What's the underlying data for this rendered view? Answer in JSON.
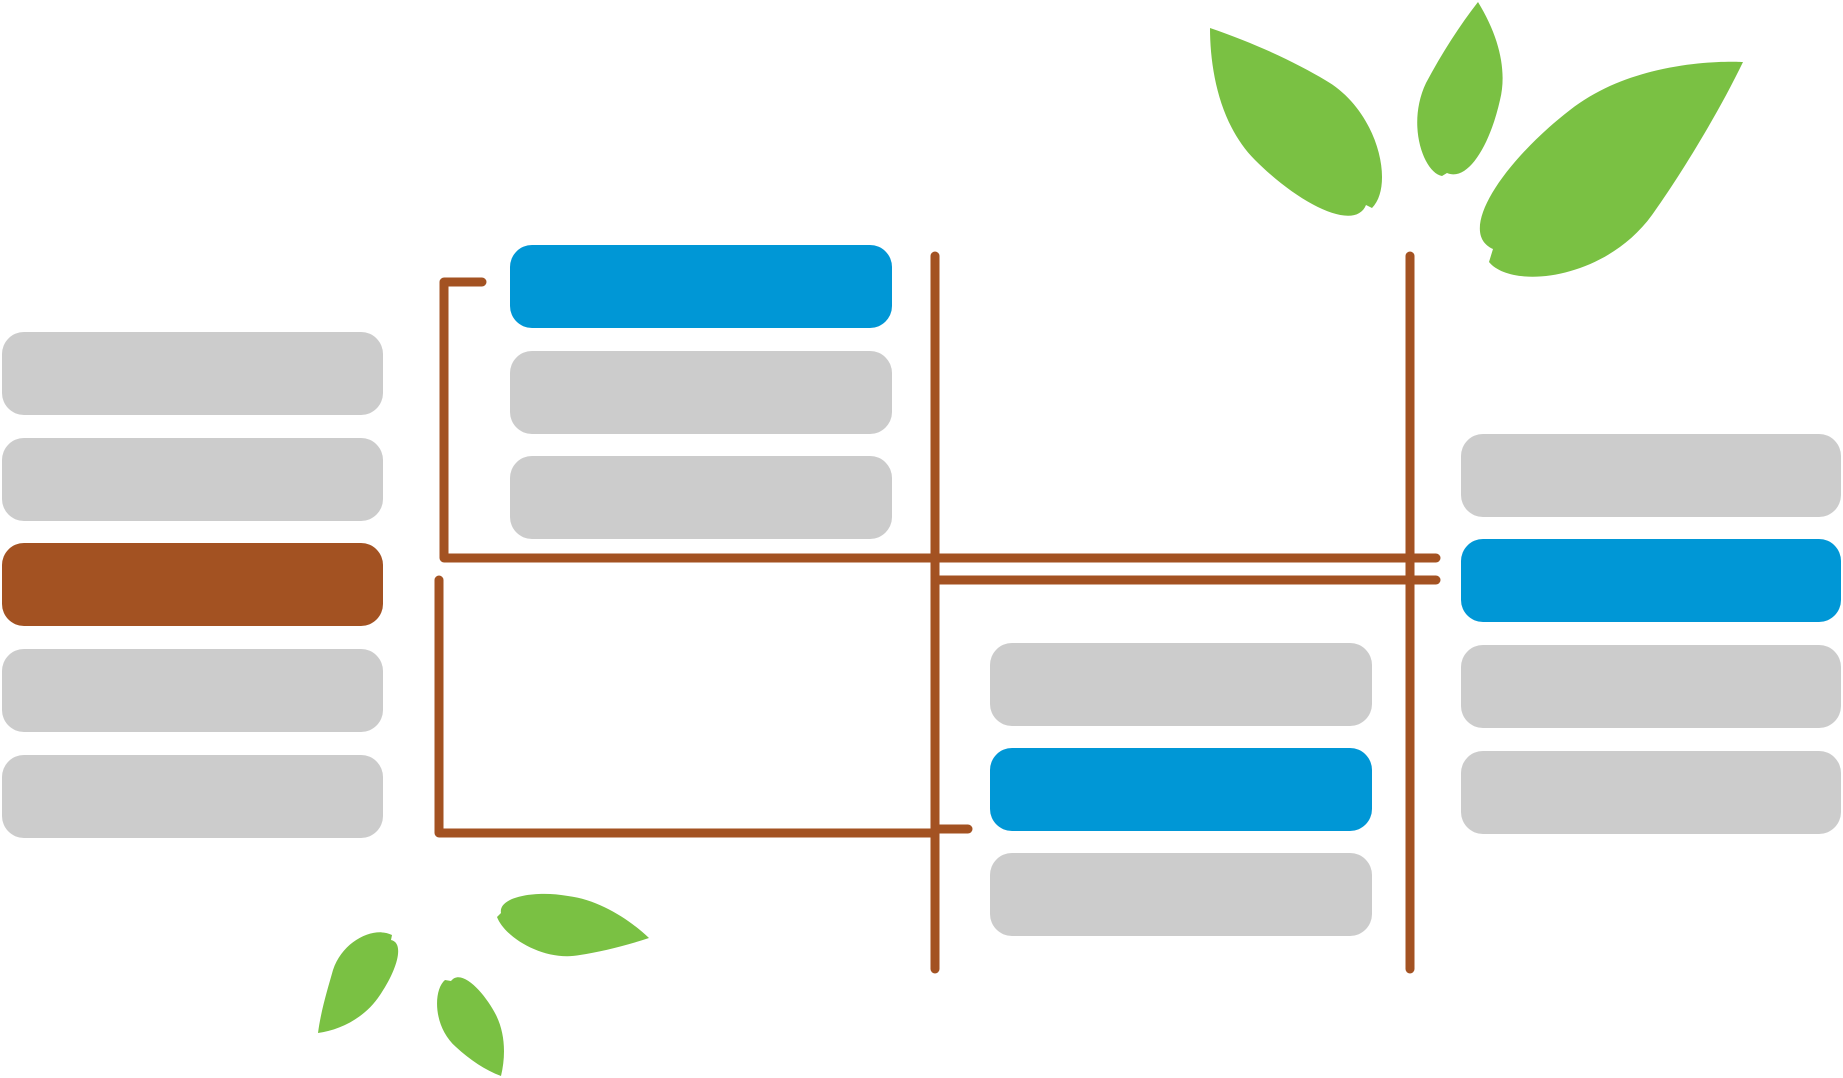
{
  "colors": {
    "root": "#A35222",
    "highlight": "#0097D6",
    "neutral": "#CCCCCC",
    "connector": "#A35222",
    "leaf": "#7AC143"
  },
  "columns": [
    {
      "name": "column-1",
      "boxes": [
        "neutral",
        "neutral",
        "root",
        "neutral",
        "neutral"
      ]
    },
    {
      "name": "column-2",
      "boxes": [
        "highlight",
        "neutral",
        "neutral"
      ]
    },
    {
      "name": "column-3",
      "boxes": [
        "neutral",
        "highlight",
        "neutral"
      ]
    },
    {
      "name": "column-4",
      "boxes": [
        "neutral",
        "highlight",
        "neutral",
        "neutral"
      ]
    }
  ],
  "leaves": [
    "leaf-1",
    "leaf-2",
    "leaf-3",
    "leaf-4",
    "leaf-5",
    "leaf-6"
  ]
}
